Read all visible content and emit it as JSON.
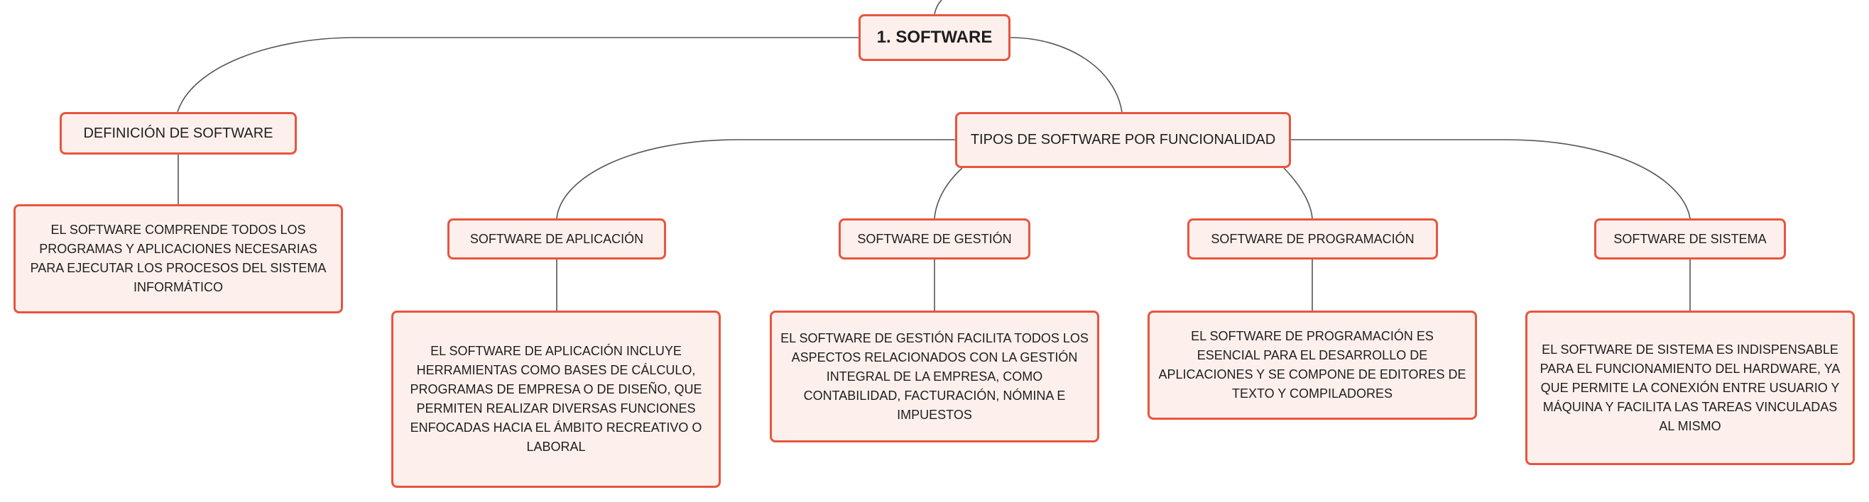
{
  "root": {
    "label": "1. SOFTWARE"
  },
  "definition": {
    "label": "DEFINICIÓN DE SOFTWARE",
    "text": "EL SOFTWARE COMPRENDE TODOS LOS PROGRAMAS Y APLICACIONES NECESARIAS PARA EJECUTAR LOS PROCESOS DEL SISTEMA INFORMÁTICO"
  },
  "types": {
    "label": "TIPOS DE SOFTWARE POR FUNCIONALIDAD",
    "items": [
      {
        "label": "SOFTWARE DE APLICACIÓN",
        "text": "EL SOFTWARE DE APLICACIÓN INCLUYE HERRAMIENTAS COMO BASES DE CÁLCULO, PROGRAMAS DE EMPRESA O DE DISEÑO, QUE PERMITEN REALIZAR DIVERSAS FUNCIONES ENFOCADAS HACIA EL ÁMBITO RECREATIVO O LABORAL"
      },
      {
        "label": "SOFTWARE DE GESTIÓN",
        "text": "EL SOFTWARE DE GESTIÓN FACILITA TODOS LOS ASPECTOS RELACIONADOS CON LA GESTIÓN INTEGRAL DE LA EMPRESA, COMO CONTABILIDAD, FACTURACIÓN, NÓMINA E IMPUESTOS"
      },
      {
        "label": "SOFTWARE DE PROGRAMACIÓN",
        "text": "EL SOFTWARE DE PROGRAMACIÓN ES ESENCIAL PARA EL DESARROLLO DE APLICACIONES Y SE COMPONE DE EDITORES DE TEXTO Y COMPILADORES"
      },
      {
        "label": "SOFTWARE DE SISTEMA",
        "text": "EL SOFTWARE DE SISTEMA ES INDISPENSABLE PARA EL FUNCIONAMIENTO DEL HARDWARE, YA QUE PERMITE LA CONEXIÓN ENTRE USUARIO Y MÁQUINA Y FACILITA LAS TAREAS VINCULADAS AL MISMO"
      }
    ]
  },
  "colors": {
    "node_border": "#e8553e",
    "node_fill": "#fdf0ec",
    "connector": "#555555"
  }
}
